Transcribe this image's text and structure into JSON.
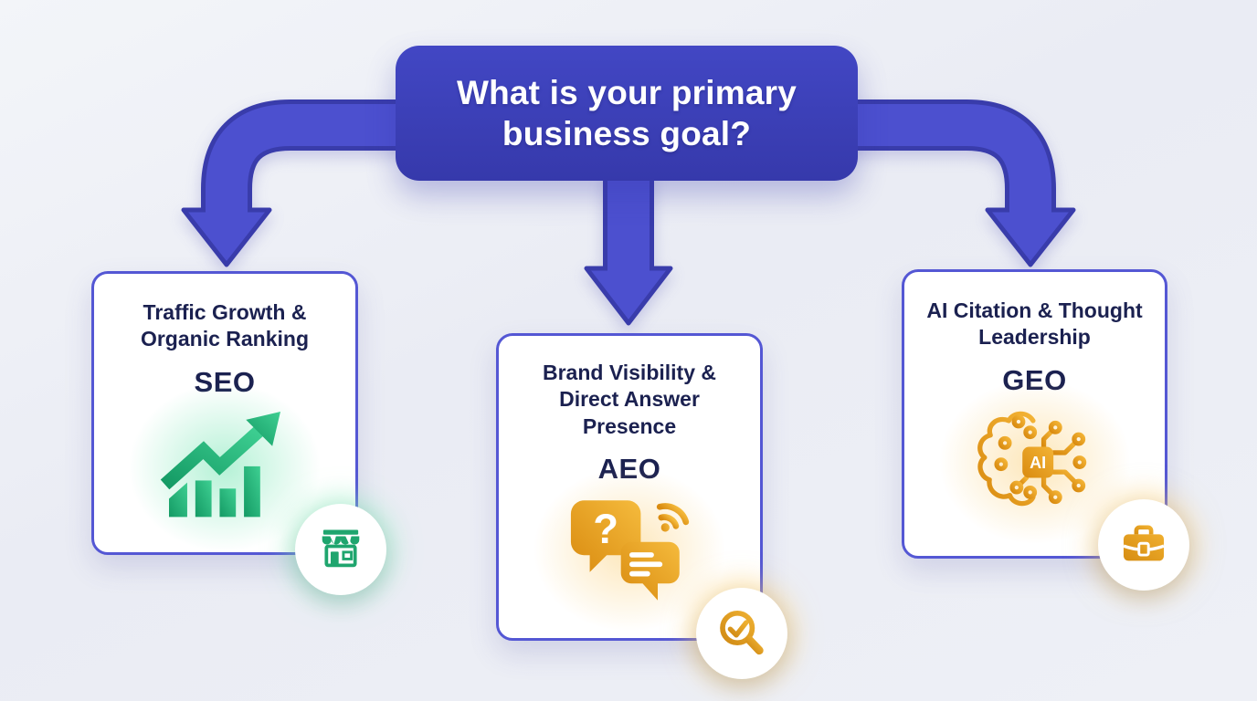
{
  "header": {
    "question": "What is your primary business goal?"
  },
  "cards": [
    {
      "id": "seo",
      "title": "Traffic Growth & Organic Ranking",
      "acronym": "SEO",
      "icon": "growth-chart-icon",
      "badge_icon": "storefront-icon",
      "accent_color": "#1fa56e"
    },
    {
      "id": "aeo",
      "title": "Brand Visibility & Direct Answer Presence",
      "acronym": "AEO",
      "icon": "chat-bubbles-icon",
      "badge_icon": "search-check-icon",
      "accent_color": "#e8a01d"
    },
    {
      "id": "geo",
      "title": "AI Citation & Thought Leadership",
      "acronym": "GEO",
      "icon": "ai-brain-icon",
      "badge_icon": "briefcase-icon",
      "accent_color": "#e8a01d"
    }
  ],
  "icon_text": {
    "ai_chip_label": "AI",
    "question_mark": "?"
  },
  "colors": {
    "background": "#eef0f6",
    "header_fill": "#3a3db2",
    "header_text": "#ffffff",
    "arrow_fill": "#4c50cf",
    "arrow_outline": "#393cab",
    "card_background": "#ffffff",
    "card_border": "#5457d4",
    "card_text": "#1b2150",
    "green_icon": "#1fa56e",
    "amber_icon": "#e8a01d"
  }
}
